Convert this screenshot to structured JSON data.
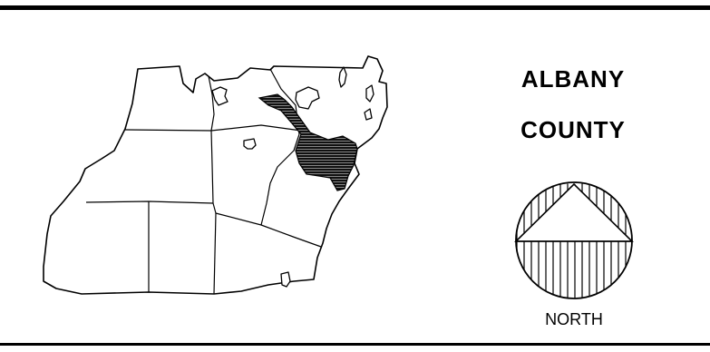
{
  "title": {
    "line1": "ALBANY",
    "line2": "COUNTY"
  },
  "compass": {
    "label": "NORTH",
    "icon": "north-arrow-icon"
  },
  "map": {
    "highlight_color": "#000000",
    "outline_color": "#000000"
  }
}
